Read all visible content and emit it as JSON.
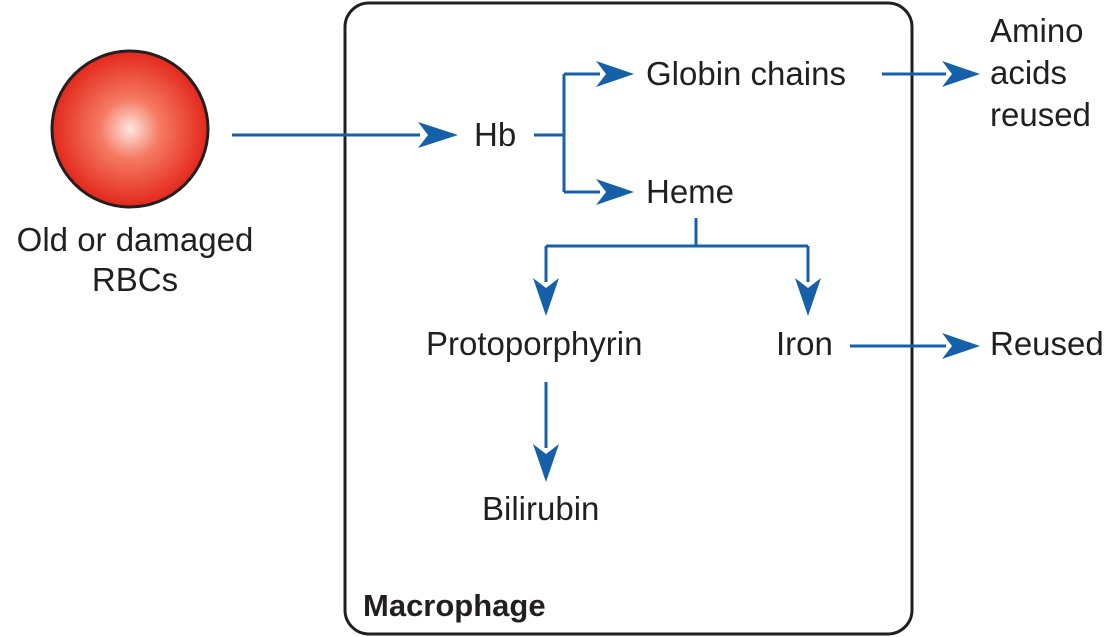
{
  "nodes": {
    "rbc_label_line1": "Old or damaged",
    "rbc_label_line2": "RBCs",
    "hb": "Hb",
    "globin": "Globin chains",
    "amino_line1": "Amino",
    "amino_line2": "acids",
    "amino_line3": "reused",
    "heme": "Heme",
    "protoporphyrin": "Protoporphyrin",
    "iron": "Iron",
    "reused": "Reused",
    "bilirubin": "Bilirubin",
    "container": "Macrophage"
  },
  "colors": {
    "arrow": "#1560a8",
    "rbc_center": "#fde2dc",
    "rbc_edge": "#e21d12",
    "outline": "#231f20",
    "text": "#231f20"
  }
}
